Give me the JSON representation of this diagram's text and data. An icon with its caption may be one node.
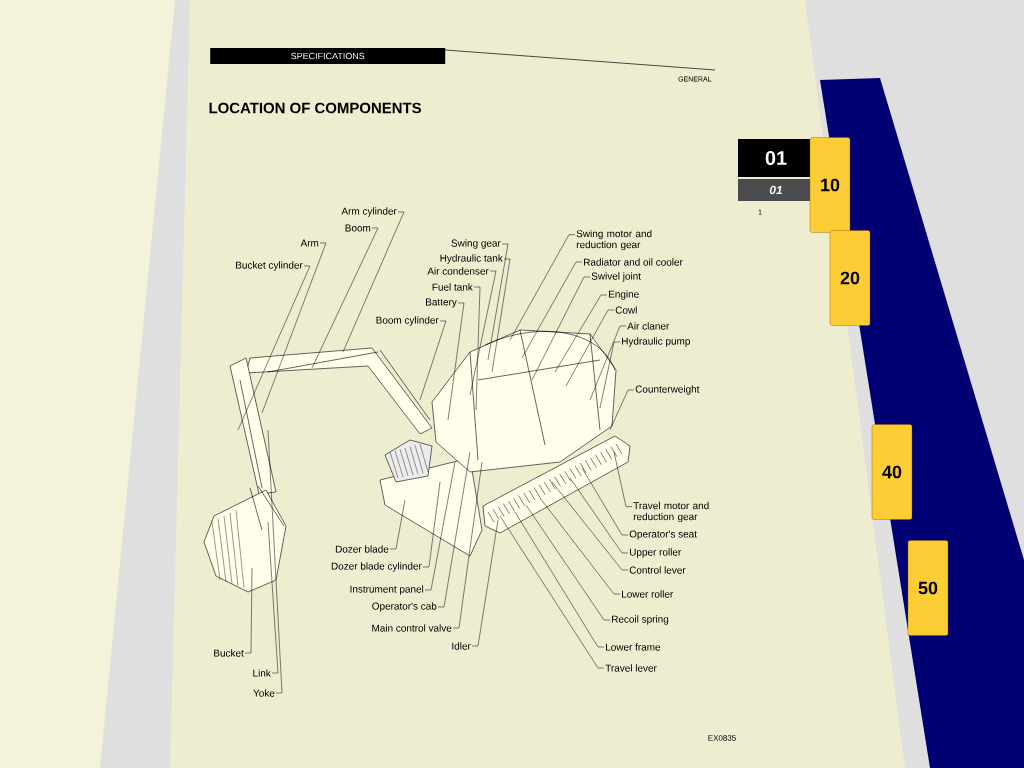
{
  "diagram": {
    "title": "LOCATION OF COMPONENTS",
    "nodes": [
      {
        "text": [
          "Arm cylinder"
        ]
      },
      {
        "text": [
          "Boom"
        ]
      },
      {
        "text": [
          "Arm"
        ]
      },
      {
        "text": [
          "Bucket cylinder"
        ]
      },
      {
        "text": [
          "Swing gear"
        ]
      },
      {
        "text": [
          "Hydraulic tank"
        ]
      },
      {
        "text": [
          "Air condenser"
        ]
      },
      {
        "text": [
          "Fuel tank"
        ]
      },
      {
        "text": [
          "Battery"
        ]
      },
      {
        "text": [
          "Boom cylinder"
        ]
      },
      {
        "text": [
          "Swing motor and reduction gear"
        ]
      },
      {
        "text": [
          "Radiator and oil cooler"
        ]
      },
      {
        "text": [
          "Swivel joint"
        ]
      },
      {
        "text": [
          "Engine"
        ]
      },
      {
        "text": [
          "Cowl"
        ]
      },
      {
        "text": [
          "Air claner"
        ]
      },
      {
        "text": [
          "Hydraulic pump"
        ]
      },
      {
        "text": [
          "Counterweight"
        ]
      },
      {
        "text": [
          "Travel motor and reduction gear"
        ]
      },
      {
        "text": [
          "Operator's seat"
        ]
      },
      {
        "text": [
          "Upper roller"
        ]
      },
      {
        "text": [
          "Control lever"
        ]
      },
      {
        "text": [
          "Lower roller"
        ]
      },
      {
        "text": [
          "Recoil spring"
        ]
      },
      {
        "text": [
          "Lower frame"
        ]
      },
      {
        "text": [
          "Travel lever"
        ]
      },
      {
        "text": [
          "Dozer blade"
        ]
      },
      {
        "text": [
          "Dozer blade cylinder"
        ]
      },
      {
        "text": [
          "Instrument panel"
        ]
      },
      {
        "text": [
          "Operator's cab"
        ]
      },
      {
        "text": [
          "Main control valve"
        ]
      },
      {
        "text": [
          "Idler"
        ]
      },
      {
        "text": [
          "Bucket"
        ]
      },
      {
        "text": [
          "Link"
        ]
      },
      {
        "text": [
          "Yoke"
        ]
      }
    ],
    "edges": [
      {
        "from": 0,
        "to": null,
        "arrow": "none"
      },
      {
        "from": 1,
        "to": null,
        "arrow": "none"
      },
      {
        "from": 2,
        "to": null,
        "arrow": "none"
      },
      {
        "from": 3,
        "to": null,
        "arrow": "none"
      },
      {
        "from": 4,
        "to": null,
        "arrow": "none"
      },
      {
        "from": 5,
        "to": null,
        "arrow": "none"
      },
      {
        "from": 6,
        "to": null,
        "arrow": "none"
      },
      {
        "from": 7,
        "to": null,
        "arrow": "none"
      },
      {
        "from": 8,
        "to": null,
        "arrow": "none"
      },
      {
        "from": 9,
        "to": null,
        "arrow": "none"
      },
      {
        "from": 10,
        "to": null,
        "arrow": "none"
      },
      {
        "from": 11,
        "to": null,
        "arrow": "none"
      },
      {
        "from": 12,
        "to": null,
        "arrow": "none"
      },
      {
        "from": 13,
        "to": null,
        "arrow": "none"
      },
      {
        "from": 14,
        "to": null,
        "arrow": "none"
      },
      {
        "from": 15,
        "to": null,
        "arrow": "none"
      },
      {
        "from": 16,
        "to": null,
        "arrow": "none"
      },
      {
        "from": 17,
        "to": null,
        "arrow": "none"
      },
      {
        "from": 18,
        "to": null,
        "arrow": "none"
      },
      {
        "from": 19,
        "to": null,
        "arrow": "none"
      },
      {
        "from": 20,
        "to": null,
        "arrow": "none"
      },
      {
        "from": 21,
        "to": null,
        "arrow": "none"
      },
      {
        "from": 22,
        "to": null,
        "arrow": "none"
      },
      {
        "from": 23,
        "to": null,
        "arrow": "none"
      },
      {
        "from": 24,
        "to": null,
        "arrow": "none"
      },
      {
        "from": 25,
        "to": null,
        "arrow": "none"
      },
      {
        "from": 26,
        "to": null,
        "arrow": "none"
      },
      {
        "from": 27,
        "to": null,
        "arrow": "none"
      },
      {
        "from": 28,
        "to": null,
        "arrow": "none"
      },
      {
        "from": 29,
        "to": null,
        "arrow": "none"
      },
      {
        "from": 30,
        "to": null,
        "arrow": "none"
      },
      {
        "from": 31,
        "to": null,
        "arrow": "none"
      },
      {
        "from": 32,
        "to": null,
        "arrow": "none"
      },
      {
        "from": 33,
        "to": null,
        "arrow": "none"
      },
      {
        "from": 34,
        "to": null,
        "arrow": "none"
      }
    ],
    "labels": [
      "SPECIFICATIONS",
      "GENERAL",
      "01",
      "01",
      "1",
      "10",
      "20",
      "40",
      "50",
      "EX0835"
    ]
  }
}
